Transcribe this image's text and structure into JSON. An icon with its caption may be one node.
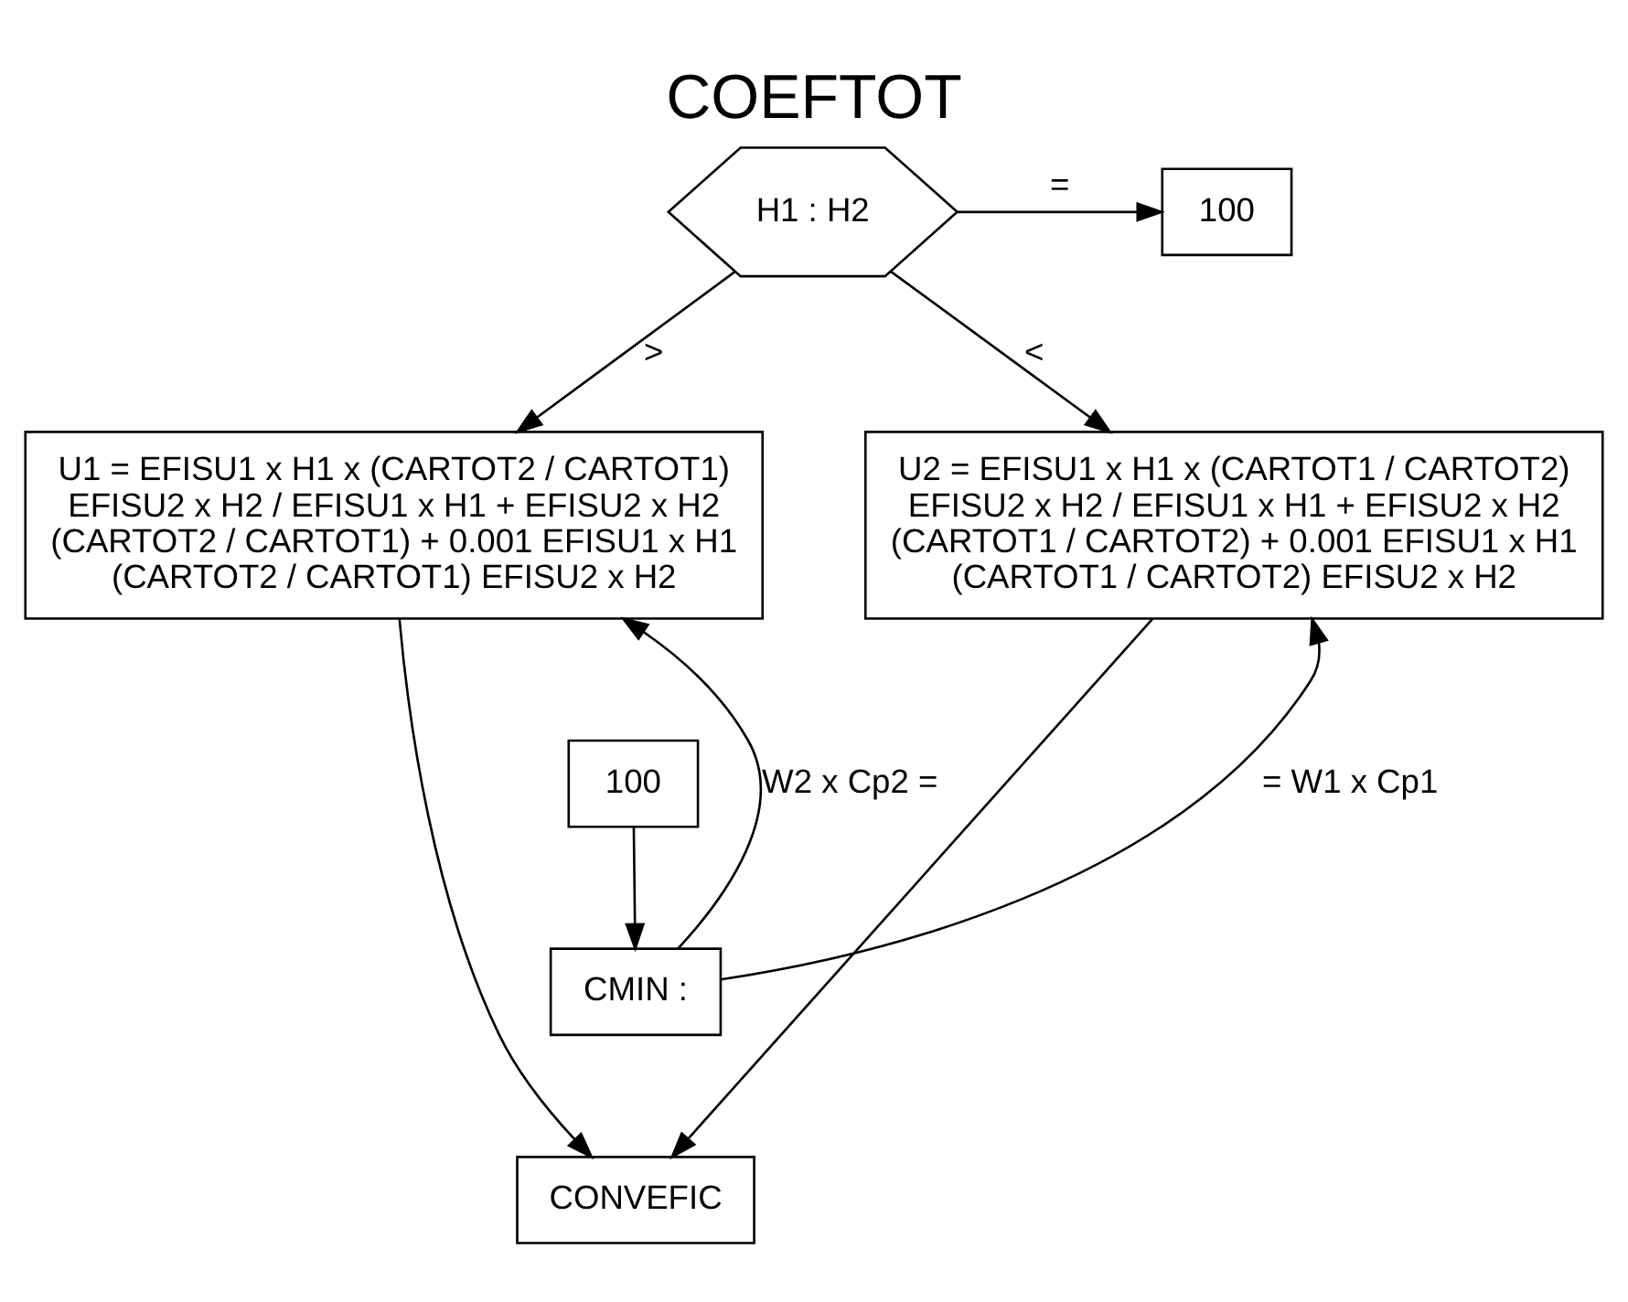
{
  "diagram": {
    "title": "COEFTOT",
    "nodes": [
      {
        "text": [
          "100"
        ]
      },
      {
        "text": [
          "H1 : H2"
        ]
      },
      {
        "text": [
          "U1 = EFISU1 x H1 x (CARTOT2 / CARTOT1) EFISU2 x H2 / EFISU1 x H1 + EFISU2 x H2 (CARTOT2 / CARTOT1) + 0.001 EFISU1 x H1 (CARTOT2 / CARTOT1) EFISU2 x H2"
        ]
      },
      {
        "text": [
          "U2 = EFISU1 x H1 x (CARTOT1 / CARTOT2) EFISU2 x H2 / EFISU1 x H1 + EFISU2 x H2 (CARTOT1 / CARTOT2) + 0.001 EFISU1 x H1 (CARTOT1 / CARTOT2) EFISU2 x H2"
        ]
      },
      {
        "text": [
          "100"
        ]
      },
      {
        "text": [
          "CMIN :"
        ]
      },
      {
        "text": [
          "CONVEFIC"
        ]
      }
    ],
    "edges": [
      {
        "from": 1,
        "to": 0,
        "arrow": "to",
        "label": "="
      },
      {
        "from": 1,
        "to": 2,
        "arrow": "to",
        "label": ">"
      },
      {
        "from": 1,
        "to": 3,
        "arrow": "to",
        "label": "<"
      },
      {
        "from": 4,
        "to": 5,
        "arrow": "to"
      },
      {
        "from": 5,
        "to": 2,
        "arrow": "to",
        "label": "W2 x Cp2 ="
      },
      {
        "from": 5,
        "to": 3,
        "arrow": "to",
        "label": "= W1 x Cp1"
      },
      {
        "from": 2,
        "to": 6,
        "arrow": "to"
      },
      {
        "from": 3,
        "to": 6,
        "arrow": "to"
      }
    ]
  }
}
